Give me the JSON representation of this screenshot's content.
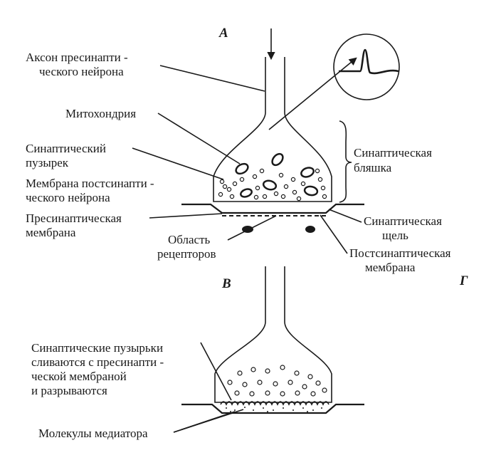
{
  "panels": {
    "a": "А",
    "v": "В",
    "g": "Г"
  },
  "labels": {
    "axon_line1": "Аксон пресинапти -",
    "axon_line2": "ческого   нейрона",
    "mito": "Митохондрия",
    "vesicle_line1": "Синаптический",
    "vesicle_line2": "пузырек",
    "postmem_line1": "Мембрана постсинапти -",
    "postmem_line2": "ческого   нейрона",
    "premem_line1": "Пресинаптическая",
    "premem_line2": "мембрана",
    "receptor_line1": "Область",
    "receptor_line2": "рецепторов",
    "plaque_line1": "Синаптическая",
    "plaque_line2": "бляшка",
    "cleft_line1": "Синаптическая",
    "cleft_line2": "щель",
    "postsyn_line1": "Постсинаптическая",
    "postsyn_line2": "мембрана",
    "fuse_line1": "Синаптические пузырьки",
    "fuse_line2": "сливаются с пресинапти -",
    "fuse_line3": "ческой  мембраной",
    "fuse_line4": "и разрываются",
    "mediator": "Молекулы  медиатора"
  }
}
